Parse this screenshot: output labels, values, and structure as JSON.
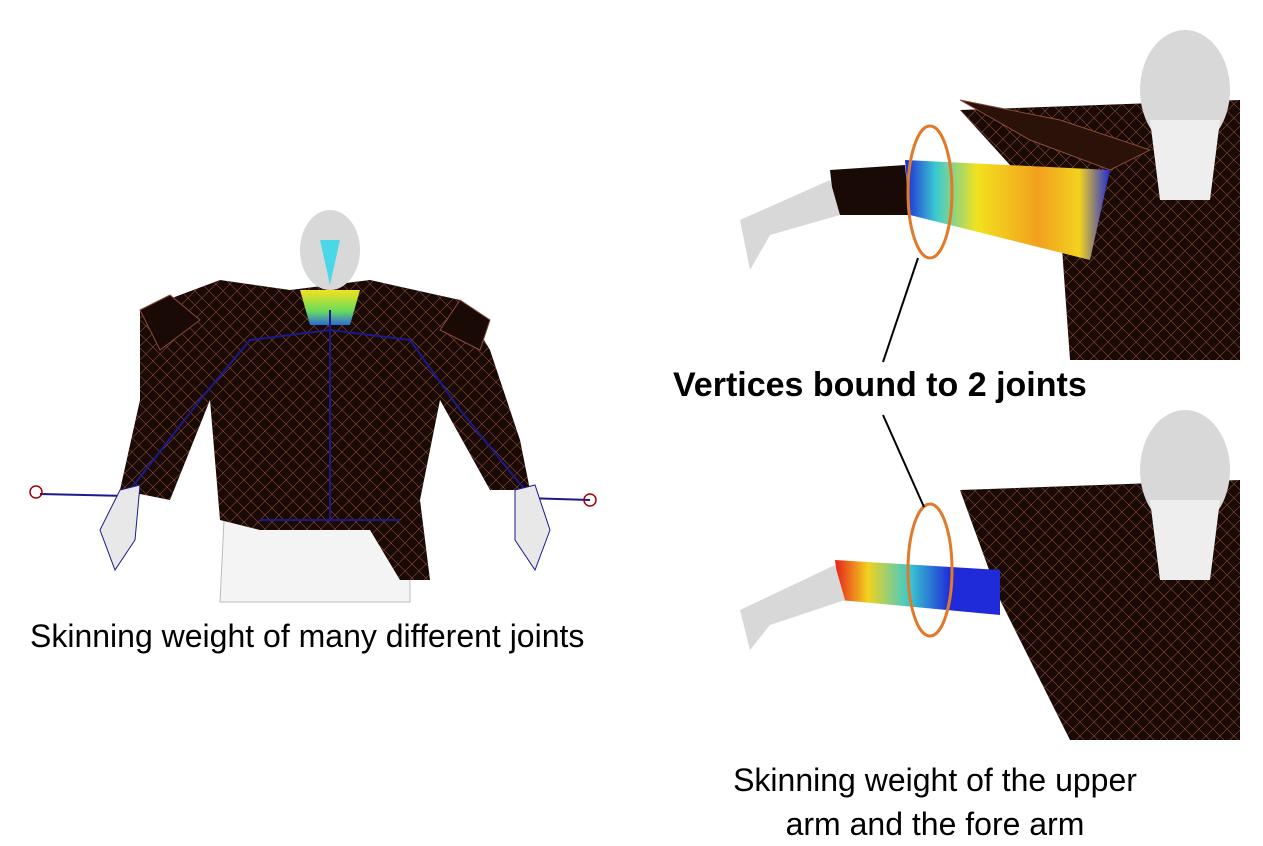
{
  "captions": {
    "left": "Skinning weight of many different joints",
    "callout": "Vertices bound to 2 joints",
    "right_line1": "Skinning weight of the upper",
    "right_line2": "arm and the fore arm"
  },
  "colors": {
    "mesh_fill": "#1a0a06",
    "wire": "#8a4a3a",
    "skin": "#d8d8d8",
    "skeleton": "#1a1a8c",
    "highlight_ring": "#e07a2a",
    "weight_high": "#e8201a",
    "weight_mid": "#f2d21e",
    "weight_low": "#1f2ad8"
  }
}
